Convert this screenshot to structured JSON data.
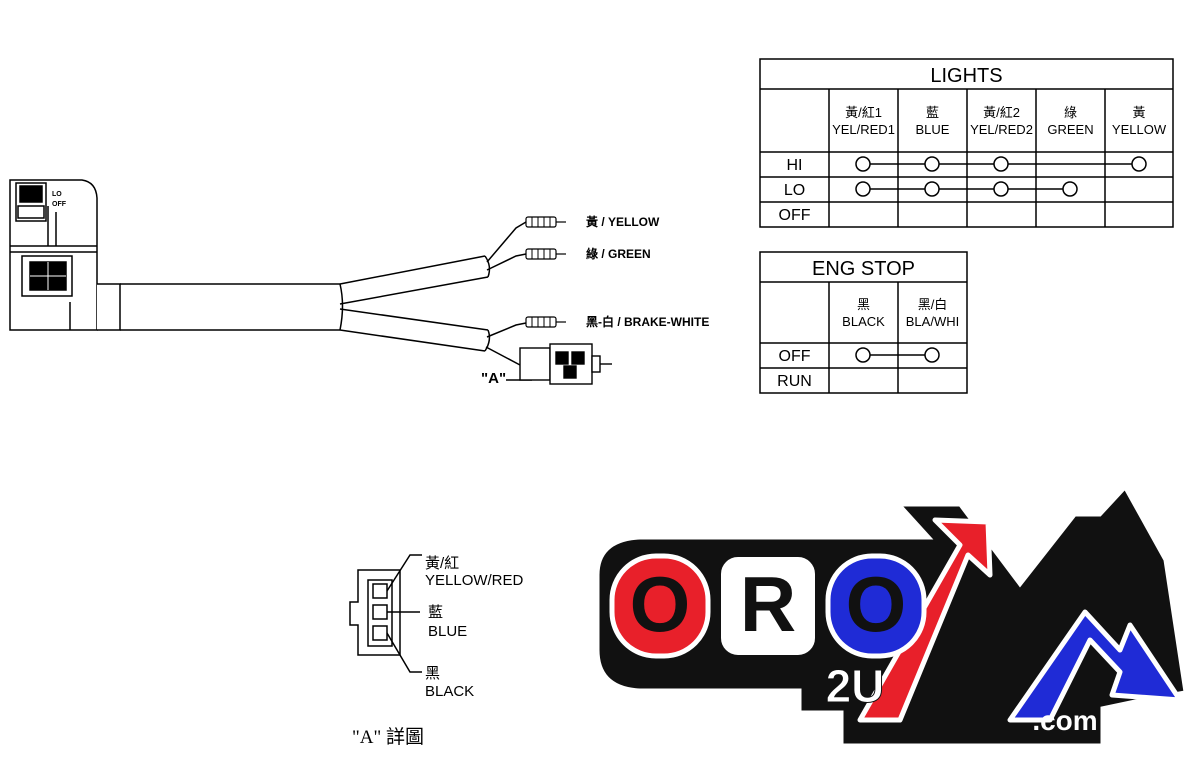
{
  "wire_labels": {
    "yellow": "黃 / YELLOW",
    "green": "綠 / GREEN",
    "brake_white": "黑-白 / BRAKE-WHITE",
    "connector_a": "\"A\""
  },
  "switch_labels": {
    "lo": "LO",
    "off": "OFF"
  },
  "lights_table": {
    "title": "LIGHTS",
    "columns": [
      {
        "cn": "黃/紅1",
        "en": "YEL/RED1"
      },
      {
        "cn": "藍",
        "en": "BLUE"
      },
      {
        "cn": "黃/紅2",
        "en": "YEL/RED2"
      },
      {
        "cn": "綠",
        "en": "GREEN"
      },
      {
        "cn": "黃",
        "en": "YELLOW"
      }
    ],
    "rows": [
      {
        "label": "HI",
        "connections": [
          0,
          1,
          2,
          4
        ]
      },
      {
        "label": "LO",
        "connections": [
          0,
          1,
          2,
          3
        ]
      },
      {
        "label": "OFF",
        "connections": []
      }
    ]
  },
  "eng_stop_table": {
    "title": "ENG STOP",
    "columns": [
      {
        "cn": "黑",
        "en": "BLACK"
      },
      {
        "cn": "黑/白",
        "en": "BLA/WHI"
      }
    ],
    "rows": [
      {
        "label": "OFF",
        "connections": [
          0,
          1
        ]
      },
      {
        "label": "RUN",
        "connections": []
      }
    ]
  },
  "detail": {
    "pin1_cn": "黃/紅",
    "pin1_en": "YELLOW/RED",
    "pin2_cn": "藍",
    "pin2_en": "BLUE",
    "pin3_cn": "黑",
    "pin3_en": "BLACK",
    "caption": "\"A\" 詳圖"
  },
  "logo": {
    "text": "ORO",
    "sub": "2U",
    "domain": ".com",
    "colors": {
      "red": "#e8202a",
      "blue": "#1f2bd6",
      "black": "#111111",
      "outline": "#ffffff"
    }
  }
}
